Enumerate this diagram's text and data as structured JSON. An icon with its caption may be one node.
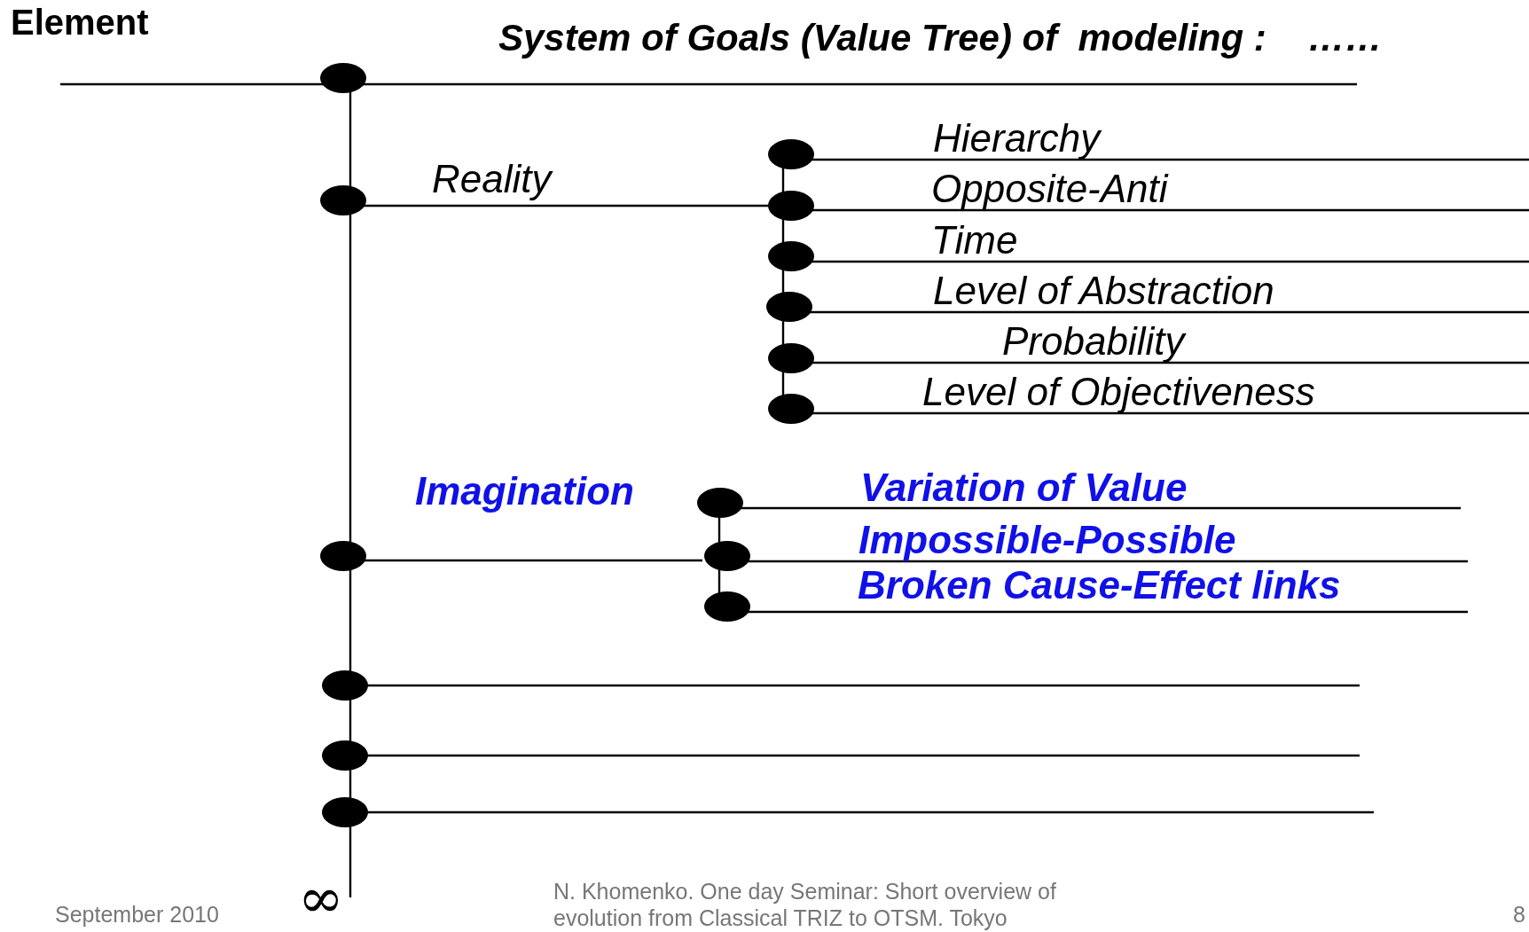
{
  "diagram": {
    "title": "System of Goals (Value Tree) of  modeling :    ……",
    "labels": [
      "Element",
      "Reality",
      "Hierarchy",
      "Opposite-Anti",
      "Time",
      "Level of Abstraction",
      "Probability",
      "Level of Objectiveness",
      "Imagination",
      "Variation of Value",
      "Impossible-Possible",
      "Broken Cause-Effect links",
      "∞",
      "September 2010",
      "N. Khomenko. One day Seminar: Short overview of evolution from Classical TRIZ to OTSM. Tokyo",
      "8"
    ]
  }
}
